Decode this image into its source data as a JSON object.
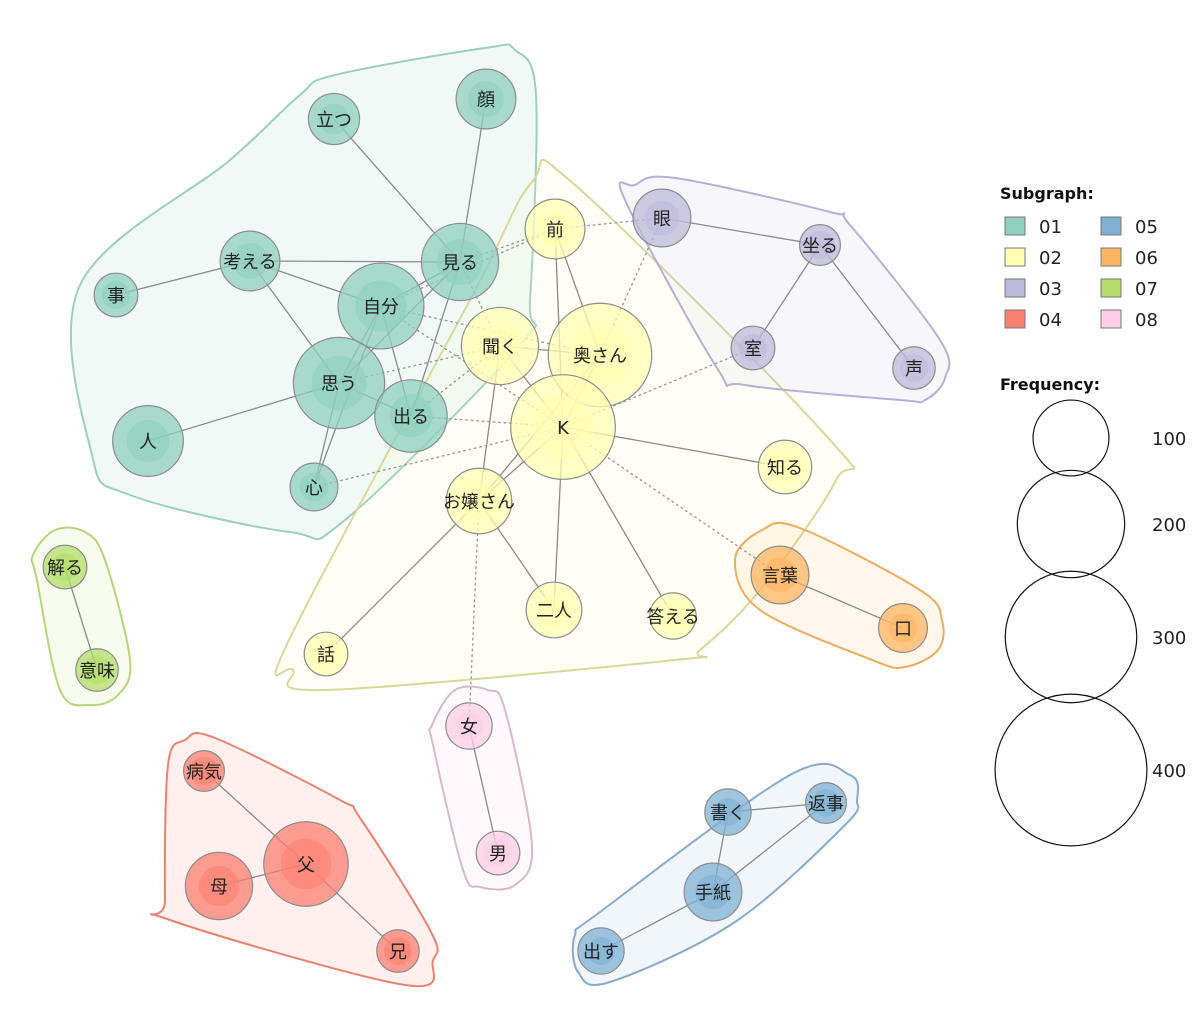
{
  "legend": {
    "subgraph_title": "Subgraph:",
    "frequency_title": "Frequency:",
    "groups": [
      {
        "id": "01",
        "color": "#8ecfbd"
      },
      {
        "id": "02",
        "color": "#ffffb3"
      },
      {
        "id": "03",
        "color": "#bebada"
      },
      {
        "id": "04",
        "color": "#fb8072"
      },
      {
        "id": "05",
        "color": "#80b1d3"
      },
      {
        "id": "06",
        "color": "#fdb462"
      },
      {
        "id": "07",
        "color": "#b3de69"
      },
      {
        "id": "08",
        "color": "#fccde5"
      }
    ],
    "sizes": [
      {
        "value": 100,
        "label": "100"
      },
      {
        "value": 200,
        "label": "200"
      },
      {
        "value": 300,
        "label": "300"
      },
      {
        "value": 400,
        "label": "400"
      }
    ]
  },
  "subgraph_strokes": {
    "01": "#9ccfc0",
    "02": "#d8d89a",
    "03": "#b5b0d6",
    "04": "#e8836f",
    "05": "#8aaacb",
    "06": "#f0ab5f",
    "07": "#b6d67a",
    "08": "#d9b8ca"
  },
  "nodes": [
    {
      "id": "立つ",
      "label": "立つ",
      "group": "01",
      "freq": 55
    },
    {
      "id": "顔",
      "label": "顔",
      "group": "01",
      "freq": 75
    },
    {
      "id": "考える",
      "label": "考える",
      "group": "01",
      "freq": 75
    },
    {
      "id": "見る",
      "label": "見る",
      "group": "01",
      "freq": 125
    },
    {
      "id": "事",
      "label": "事",
      "group": "01",
      "freq": 40
    },
    {
      "id": "自分",
      "label": "自分",
      "group": "01",
      "freq": 155
    },
    {
      "id": "思う",
      "label": "思う",
      "group": "01",
      "freq": 175
    },
    {
      "id": "出る",
      "label": "出る",
      "group": "01",
      "freq": 110
    },
    {
      "id": "人",
      "label": "人",
      "group": "01",
      "freq": 105
    },
    {
      "id": "心",
      "label": "心",
      "group": "01",
      "freq": 48
    },
    {
      "id": "前",
      "label": "前",
      "group": "02",
      "freq": 75
    },
    {
      "id": "聞く",
      "label": "聞く",
      "group": "02",
      "freq": 125
    },
    {
      "id": "奥さん",
      "label": "奥さん",
      "group": "02",
      "freq": 225
    },
    {
      "id": "K",
      "label": "K",
      "group": "02",
      "freq": 230
    },
    {
      "id": "知る",
      "label": "知る",
      "group": "02",
      "freq": 60
    },
    {
      "id": "お嬢さん",
      "label": "お嬢さん",
      "group": "02",
      "freq": 90
    },
    {
      "id": "二人",
      "label": "二人",
      "group": "02",
      "freq": 65
    },
    {
      "id": "答える",
      "label": "答える",
      "group": "02",
      "freq": 45
    },
    {
      "id": "話",
      "label": "話",
      "group": "02",
      "freq": 40
    },
    {
      "id": "眼",
      "label": "眼",
      "group": "03",
      "freq": 70
    },
    {
      "id": "坐る",
      "label": "坐る",
      "group": "03",
      "freq": 35
    },
    {
      "id": "室",
      "label": "室",
      "group": "03",
      "freq": 40
    },
    {
      "id": "声",
      "label": "声",
      "group": "03",
      "freq": 38
    },
    {
      "id": "病気",
      "label": "病気",
      "group": "04",
      "freq": 35
    },
    {
      "id": "父",
      "label": "父",
      "group": "04",
      "freq": 150
    },
    {
      "id": "母",
      "label": "母",
      "group": "04",
      "freq": 95
    },
    {
      "id": "兄",
      "label": "兄",
      "group": "04",
      "freq": 38
    },
    {
      "id": "書く",
      "label": "書く",
      "group": "05",
      "freq": 45
    },
    {
      "id": "返事",
      "label": "返事",
      "group": "05",
      "freq": 35
    },
    {
      "id": "手紙",
      "label": "手紙",
      "group": "05",
      "freq": 70
    },
    {
      "id": "出す",
      "label": "出す",
      "group": "05",
      "freq": 45
    },
    {
      "id": "言葉",
      "label": "言葉",
      "group": "06",
      "freq": 70
    },
    {
      "id": "口",
      "label": "口",
      "group": "06",
      "freq": 50
    },
    {
      "id": "解る",
      "label": "解る",
      "group": "07",
      "freq": 40
    },
    {
      "id": "意味",
      "label": "意味",
      "group": "07",
      "freq": 38
    },
    {
      "id": "女",
      "label": "女",
      "group": "08",
      "freq": 45
    },
    {
      "id": "男",
      "label": "男",
      "group": "08",
      "freq": 40
    }
  ],
  "edges": [
    {
      "source": "立つ",
      "target": "見る",
      "style": "solid"
    },
    {
      "source": "顔",
      "target": "見る",
      "style": "solid"
    },
    {
      "source": "考える",
      "target": "見る",
      "style": "solid"
    },
    {
      "source": "考える",
      "target": "事",
      "style": "solid"
    },
    {
      "source": "考える",
      "target": "自分",
      "style": "solid"
    },
    {
      "source": "考える",
      "target": "思う",
      "style": "solid"
    },
    {
      "source": "見る",
      "target": "自分",
      "style": "solid"
    },
    {
      "source": "見る",
      "target": "思う",
      "style": "solid"
    },
    {
      "source": "見る",
      "target": "出る",
      "style": "solid"
    },
    {
      "source": "自分",
      "target": "思う",
      "style": "solid"
    },
    {
      "source": "自分",
      "target": "心",
      "style": "solid"
    },
    {
      "source": "自分",
      "target": "出る",
      "style": "solid"
    },
    {
      "source": "思う",
      "target": "人",
      "style": "solid"
    },
    {
      "source": "思う",
      "target": "心",
      "style": "solid"
    },
    {
      "source": "思う",
      "target": "出る",
      "style": "solid"
    },
    {
      "source": "前",
      "target": "奥さん",
      "style": "solid"
    },
    {
      "source": "前",
      "target": "K",
      "style": "solid"
    },
    {
      "source": "聞く",
      "target": "奥さん",
      "style": "solid"
    },
    {
      "source": "聞く",
      "target": "K",
      "style": "solid"
    },
    {
      "source": "聞く",
      "target": "お嬢さん",
      "style": "solid"
    },
    {
      "source": "奥さん",
      "target": "K",
      "style": "solid"
    },
    {
      "source": "奥さん",
      "target": "お嬢さん",
      "style": "solid"
    },
    {
      "source": "K",
      "target": "お嬢さん",
      "style": "solid"
    },
    {
      "source": "K",
      "target": "知る",
      "style": "solid"
    },
    {
      "source": "K",
      "target": "二人",
      "style": "solid"
    },
    {
      "source": "K",
      "target": "答える",
      "style": "solid"
    },
    {
      "source": "お嬢さん",
      "target": "二人",
      "style": "solid"
    },
    {
      "source": "お嬢さん",
      "target": "話",
      "style": "solid"
    },
    {
      "source": "眼",
      "target": "坐る",
      "style": "solid"
    },
    {
      "source": "坐る",
      "target": "室",
      "style": "solid"
    },
    {
      "source": "坐る",
      "target": "声",
      "style": "solid"
    },
    {
      "source": "病気",
      "target": "父",
      "style": "solid"
    },
    {
      "source": "父",
      "target": "母",
      "style": "solid"
    },
    {
      "source": "父",
      "target": "兄",
      "style": "solid"
    },
    {
      "source": "書く",
      "target": "返事",
      "style": "solid"
    },
    {
      "source": "書く",
      "target": "手紙",
      "style": "solid"
    },
    {
      "source": "返事",
      "target": "手紙",
      "style": "solid"
    },
    {
      "source": "手紙",
      "target": "出す",
      "style": "solid"
    },
    {
      "source": "言葉",
      "target": "口",
      "style": "solid"
    },
    {
      "source": "解る",
      "target": "意味",
      "style": "solid"
    },
    {
      "source": "女",
      "target": "男",
      "style": "solid"
    },
    {
      "source": "見る",
      "target": "前",
      "style": "dotted"
    },
    {
      "source": "見る",
      "target": "聞く",
      "style": "dotted"
    },
    {
      "source": "自分",
      "target": "前",
      "style": "dotted"
    },
    {
      "source": "自分",
      "target": "奥さん",
      "style": "dotted"
    },
    {
      "source": "自分",
      "target": "K",
      "style": "dotted"
    },
    {
      "source": "思う",
      "target": "聞く",
      "style": "dotted"
    },
    {
      "source": "出る",
      "target": "K",
      "style": "dotted"
    },
    {
      "source": "出る",
      "target": "聞く",
      "style": "dotted"
    },
    {
      "source": "心",
      "target": "K",
      "style": "dotted"
    },
    {
      "source": "前",
      "target": "眼",
      "style": "dotted"
    },
    {
      "source": "奥さん",
      "target": "眼",
      "style": "dotted"
    },
    {
      "source": "K",
      "target": "室",
      "style": "dotted"
    },
    {
      "source": "K",
      "target": "言葉",
      "style": "dotted"
    },
    {
      "source": "お嬢さん",
      "target": "女",
      "style": "dotted"
    }
  ]
}
